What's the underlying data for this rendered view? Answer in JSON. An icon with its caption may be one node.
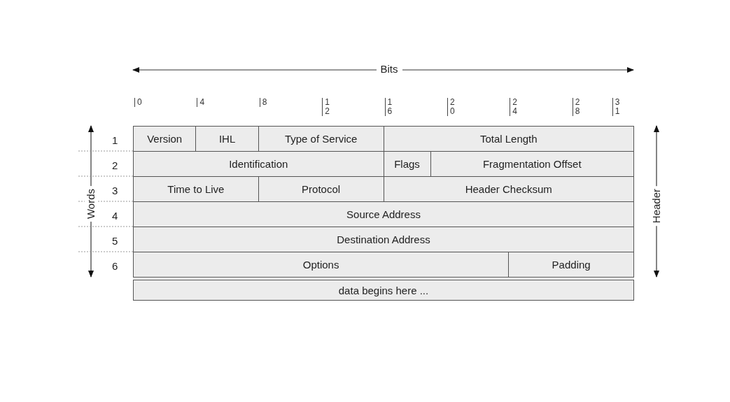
{
  "diagram": {
    "labels": [
      "Bits",
      "0",
      "4",
      "8",
      "12",
      "16",
      "20",
      "24",
      "28",
      "31",
      "1",
      "Version",
      "IHL",
      "Type of Service",
      "Total Length",
      "2",
      "Identification",
      "Flags",
      "Fragmentation Offset",
      "3",
      "Time to Live",
      "Protocol",
      "Header Checksum",
      "4",
      "Source Address",
      "5",
      "Destination Address",
      "6",
      "Options",
      "Padding",
      "data begins here ...",
      "Words",
      "Header"
    ]
  }
}
